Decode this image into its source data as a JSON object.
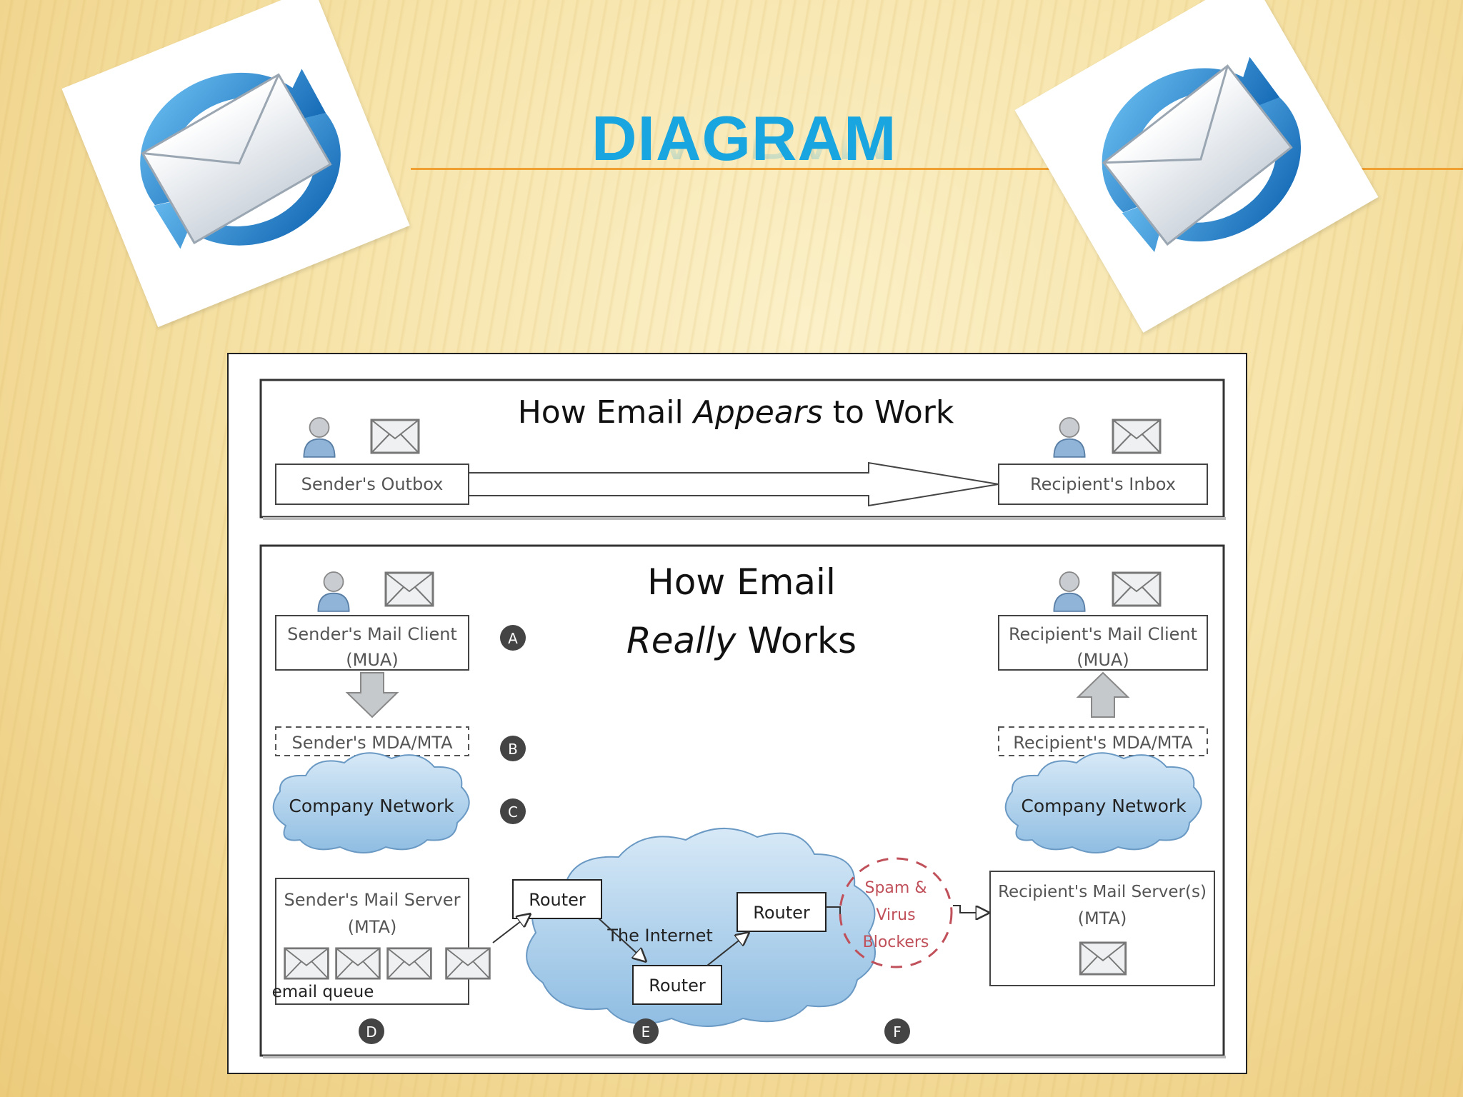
{
  "slide": {
    "title": "DIAGRAM",
    "colors": {
      "title": "#19a6e0",
      "rule": "#f0a030",
      "cloud": "#a9cdea",
      "spam": "#c0505a"
    },
    "icons": [
      "email-sync-icon-left",
      "email-sync-icon-right"
    ]
  },
  "diagram": {
    "top_panel": {
      "heading_pre": "How Email ",
      "heading_em": "Appears",
      "heading_post": " to Work",
      "sender_box": "Sender's Outbox",
      "recipient_box": "Recipient's Inbox"
    },
    "bottom_panel": {
      "heading_line1": "How Email",
      "heading_line2_em": "Really",
      "heading_line2_post": " Works",
      "sender_client": "Sender's Mail Client",
      "sender_client_sub": "(MUA)",
      "recipient_client": "Recipient's Mail Client",
      "recipient_client_sub": "(MUA)",
      "sender_mda": "Sender's MDA/MTA",
      "recipient_mda": "Recipient's MDA/MTA",
      "company_network_left": "Company Network",
      "company_network_right": "Company Network",
      "sender_server": "Sender's Mail Server",
      "sender_server_sub": "(MTA)",
      "email_queue": "email queue",
      "router_1": "Router",
      "router_2": "Router",
      "router_3": "Router",
      "internet": "The Internet",
      "spam_line1": "Spam &",
      "spam_line2": "Virus",
      "spam_line3": "Blockers",
      "recipient_server": "Recipient's Mail Server(s)",
      "recipient_server_sub": "(MTA)",
      "markers": {
        "a": "A",
        "b": "B",
        "c": "C",
        "d": "D",
        "e": "E",
        "f": "F"
      }
    }
  }
}
